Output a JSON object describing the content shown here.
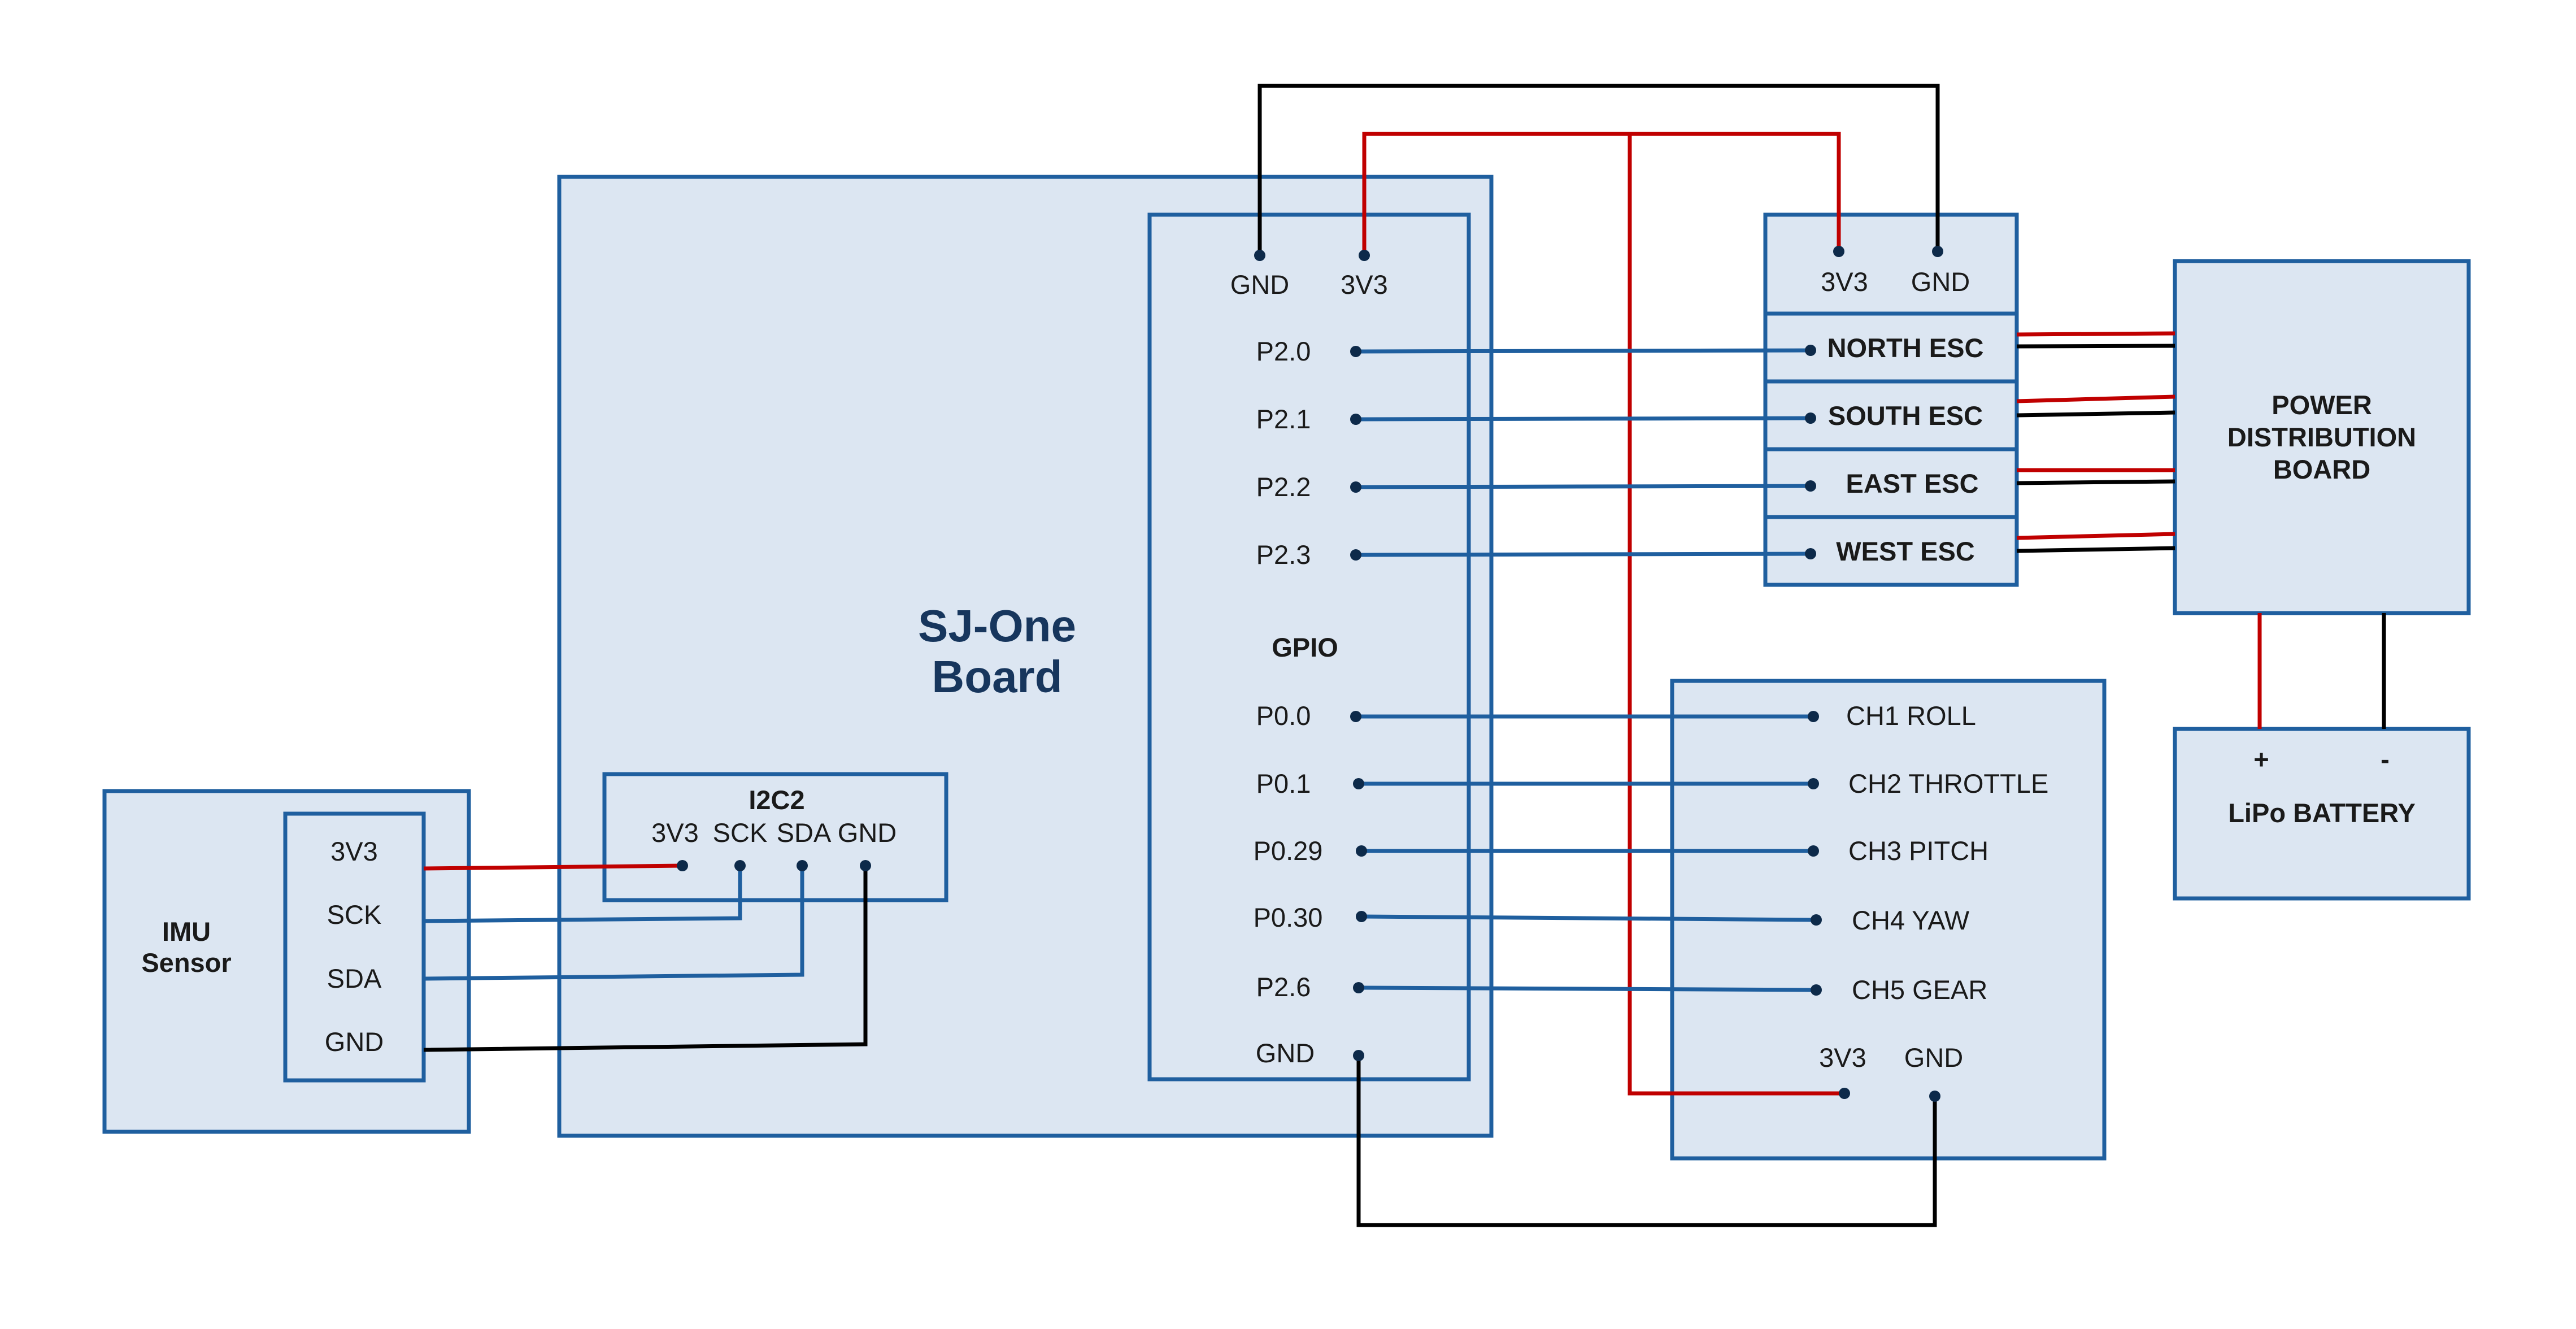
{
  "colors": {
    "box_fill": "#dce6f2",
    "box_stroke": "#1f5f9f",
    "signal_wire": "#1f5f9f",
    "power_wire": "#c00000",
    "ground_wire": "#000000",
    "title_text": "#17365d"
  },
  "imu": {
    "title_line1": "IMU",
    "title_line2": "Sensor",
    "pins": [
      "3V3",
      "SCK",
      "SDA",
      "GND"
    ]
  },
  "sjone": {
    "title_line1": "SJ-One",
    "title_line2": "Board",
    "i2c": {
      "title": "I2C2",
      "pins": [
        "3V3",
        "SCK",
        "SDA",
        "GND"
      ]
    },
    "gpio": {
      "title": "GPIO",
      "power_pins": [
        "GND",
        "3V3"
      ],
      "pins": [
        "P2.0",
        "P2.1",
        "P2.2",
        "P2.3",
        "P0.0",
        "P0.1",
        "P0.29",
        "P0.30",
        "P2.6",
        "GND"
      ]
    }
  },
  "esc_block": {
    "power_pins": [
      "3V3",
      "GND"
    ],
    "escs": [
      "NORTH ESC",
      "SOUTH ESC",
      "EAST ESC",
      "WEST ESC"
    ]
  },
  "receiver": {
    "channels": [
      "CH1 ROLL",
      "CH2 THROTTLE",
      "CH3 PITCH",
      "CH4 YAW",
      "CH5 GEAR"
    ],
    "power_pins": [
      "3V3",
      "GND"
    ]
  },
  "pdb": {
    "line1": "POWER",
    "line2": "DISTRIBUTION",
    "line3": "BOARD"
  },
  "battery": {
    "plus": "+",
    "minus": "-",
    "label": "LiPo BATTERY"
  }
}
